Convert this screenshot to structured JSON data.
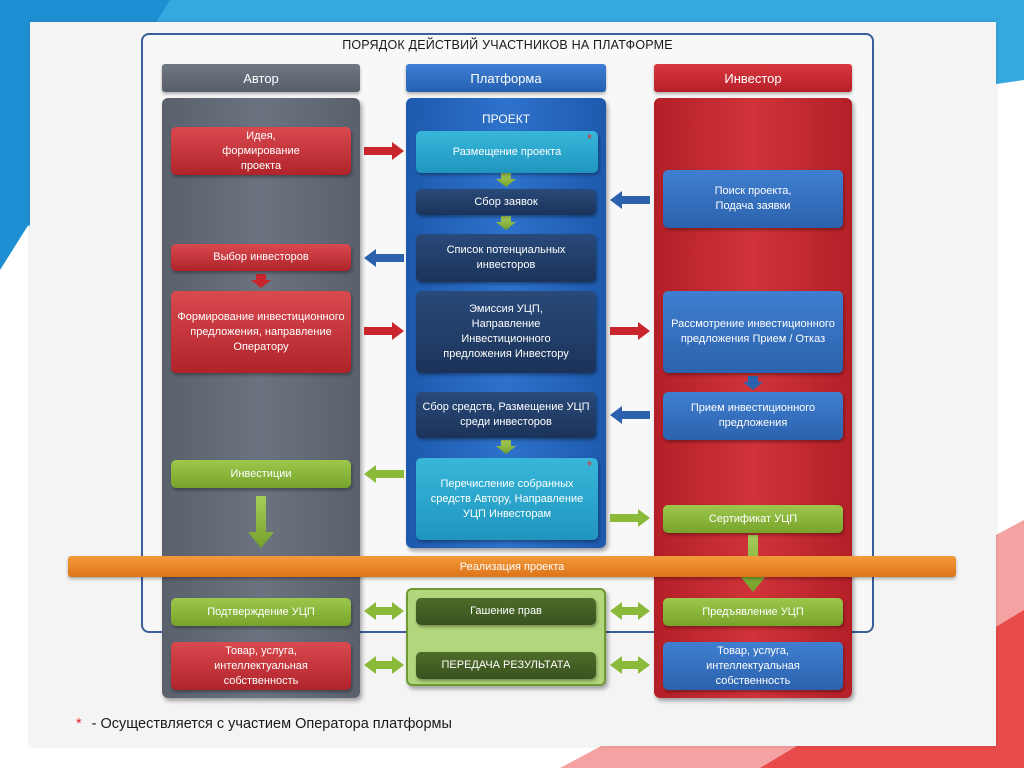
{
  "title": "ПОРЯДОК ДЕЙСТВИЙ УЧАСТНИКОВ НА ПЛАТФОРМЕ",
  "columns": {
    "author": "Автор",
    "platform": "Платформа",
    "investor": "Инвестор"
  },
  "project_label": "ПРОЕКТ",
  "author_steps": {
    "idea": "Идея, формирование проекта",
    "choose_investors": "Выбор инвесторов",
    "form_offer": "Формирование инвестиционного предложения, направление Оператору",
    "investments": "Инвестиции",
    "confirm_ucp": "Подтверждение УЦП",
    "goods": "Товар, услуга, интеллектуальная собственность"
  },
  "platform_steps": {
    "placement": "Размещение проекта",
    "collect_bids": "Сбор заявок",
    "investor_list": "Список потенциальных инвесторов",
    "emission": "Эмиссия УЦП, Направление Инвестиционного предложения Инвестору",
    "collect_funds": "Сбор средств, Размещение УЦП среди инвесторов",
    "transfer": "Перечисление собранных средств Автору, Направление УЦП Инвесторам",
    "cancel_rights": "Гашение прав",
    "transfer_result": "ПЕРЕДАЧА РЕЗУЛЬТАТА"
  },
  "investor_steps": {
    "search": "Поиск проекта, Подача заявки",
    "review": "Рассмотрение инвестиционного предложения Прием / Отказ",
    "accept": "Прием инвестиционного предложения",
    "certificate": "Сертификат УЦП",
    "present": "Предъявление УЦП",
    "goods": "Товар, услуга, интеллектуальная собственность"
  },
  "band": "Реализация проекта",
  "star": "*",
  "footnote": "- Осуществляется с участием Оператора платформы",
  "colors": {
    "author": "#636b78",
    "platform": "#1f5fb5",
    "investor": "#c9262d",
    "arrow_red": "#c8262c",
    "arrow_blue": "#2c62ad",
    "arrow_green": "#8bb93a",
    "band": "#ea8424"
  }
}
